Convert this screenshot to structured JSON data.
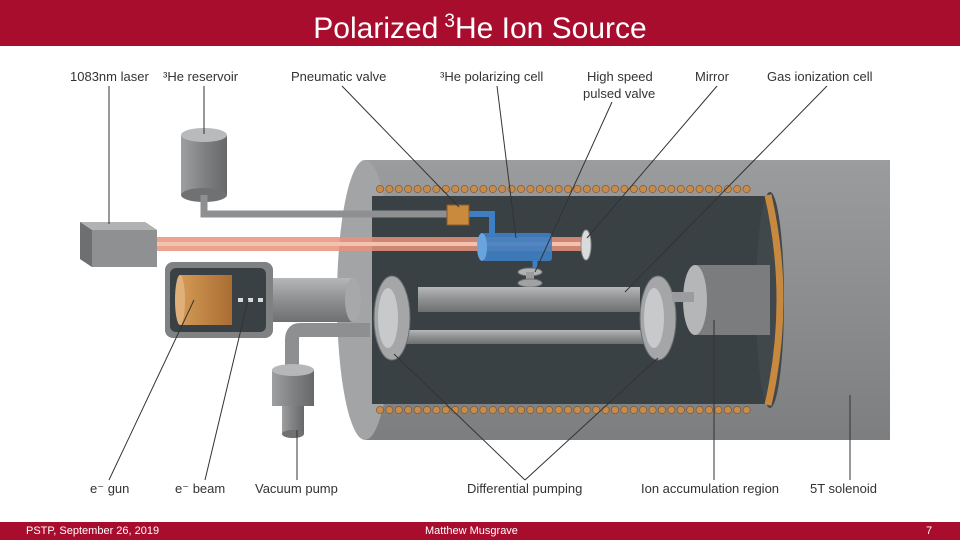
{
  "slide": {
    "title_main": "Polarized",
    "title_sup": "3",
    "title_rest": "He Ion Source",
    "footer_left": "PSTP, September 26, 2019",
    "footer_center": "Matthew Musgrave",
    "footer_right": "7"
  },
  "labels": {
    "laser": "1083nm laser",
    "reservoir": "³He reservoir",
    "pneumatic_valve": "Pneumatic valve",
    "polarizing_cell": "³He polarizing cell",
    "high_speed_valve_1": "High speed",
    "high_speed_valve_2": "pulsed valve",
    "mirror": "Mirror",
    "gas_ionization_cell": "Gas ionization cell",
    "e_gun": "e⁻ gun",
    "e_beam": "e⁻ beam",
    "vacuum_pump": "Vacuum pump",
    "differential_pumping": "Differential pumping",
    "ion_accumulation": "Ion accumulation region",
    "solenoid": "5T solenoid"
  },
  "colors": {
    "brand": "#a80d2e",
    "cylinder": "#8a8c8e",
    "interior": "#3a4144",
    "coil": "#c78b4c",
    "laser_beam": "#e8937a",
    "cell": "#3e7fc4"
  }
}
